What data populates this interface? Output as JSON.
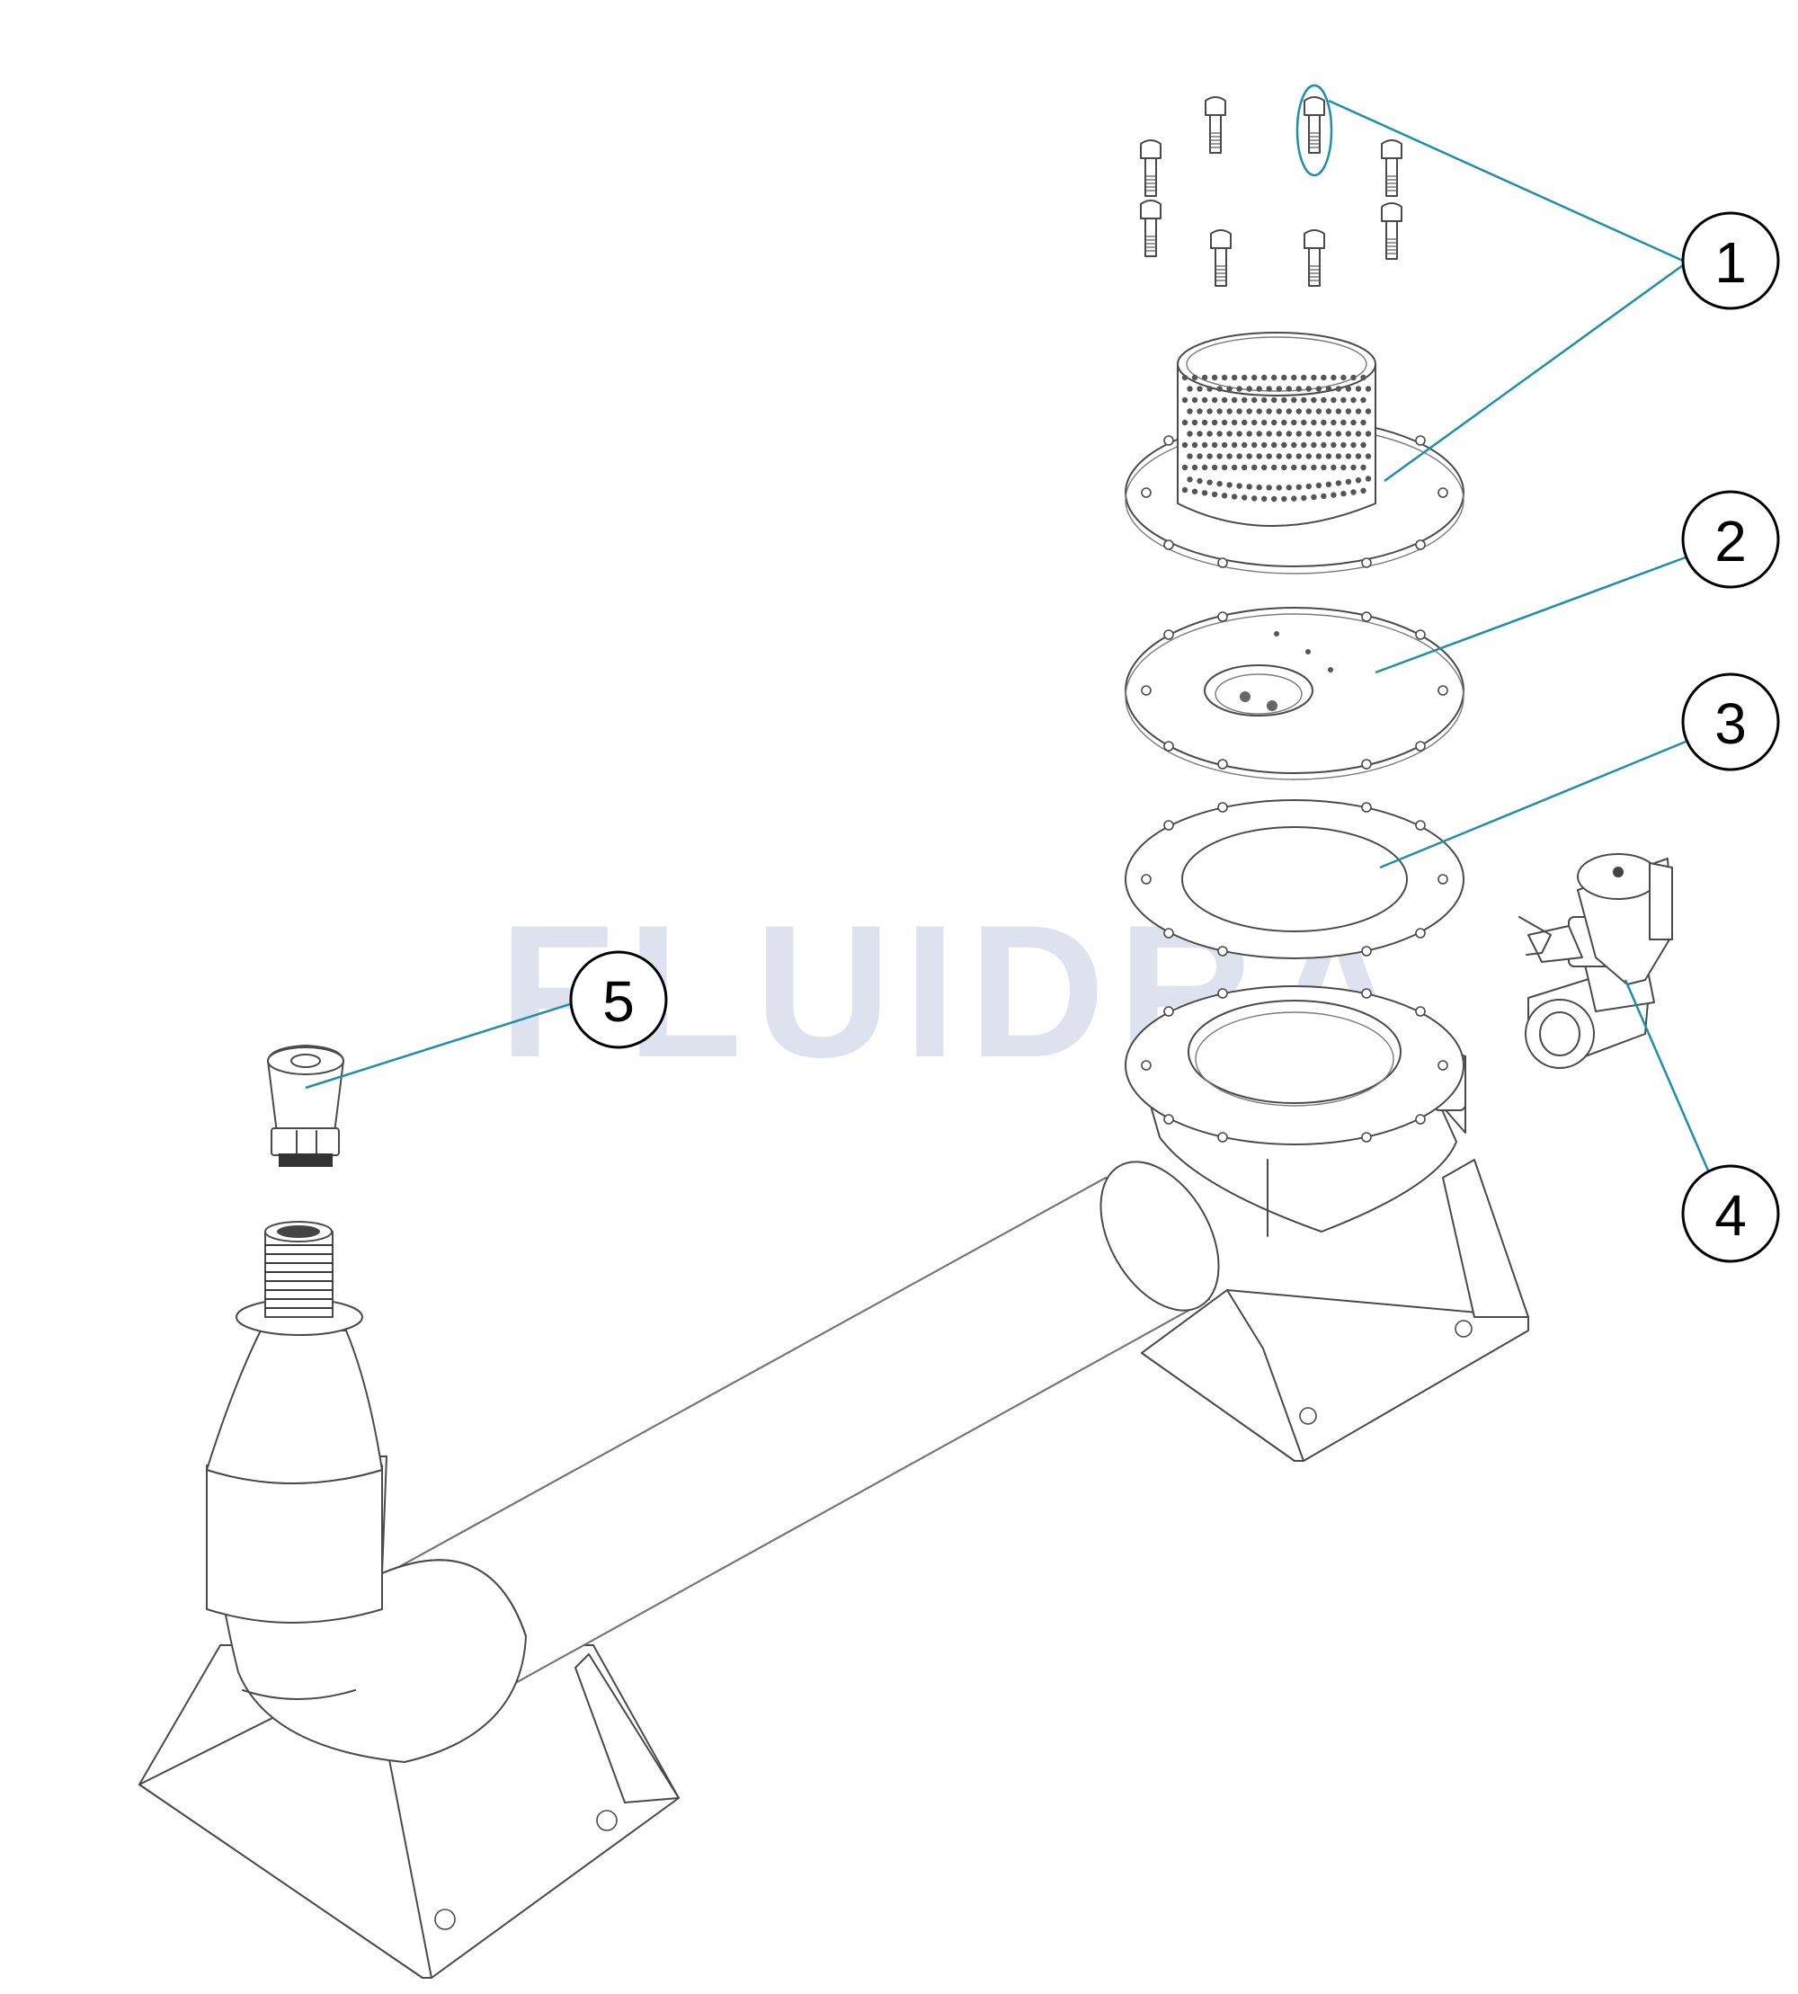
{
  "watermark": "FLUIDRA",
  "callouts": [
    {
      "number": "1",
      "part": "strainer-basket-with-bolts"
    },
    {
      "number": "2",
      "part": "cover-plate"
    },
    {
      "number": "3",
      "part": "gasket"
    },
    {
      "number": "4",
      "part": "solenoid-valve"
    },
    {
      "number": "5",
      "part": "fitting-cap"
    }
  ],
  "colors": {
    "leader": "#1e8fa8",
    "line": "#4a4a4a",
    "watermark": "#c9cfe6"
  }
}
